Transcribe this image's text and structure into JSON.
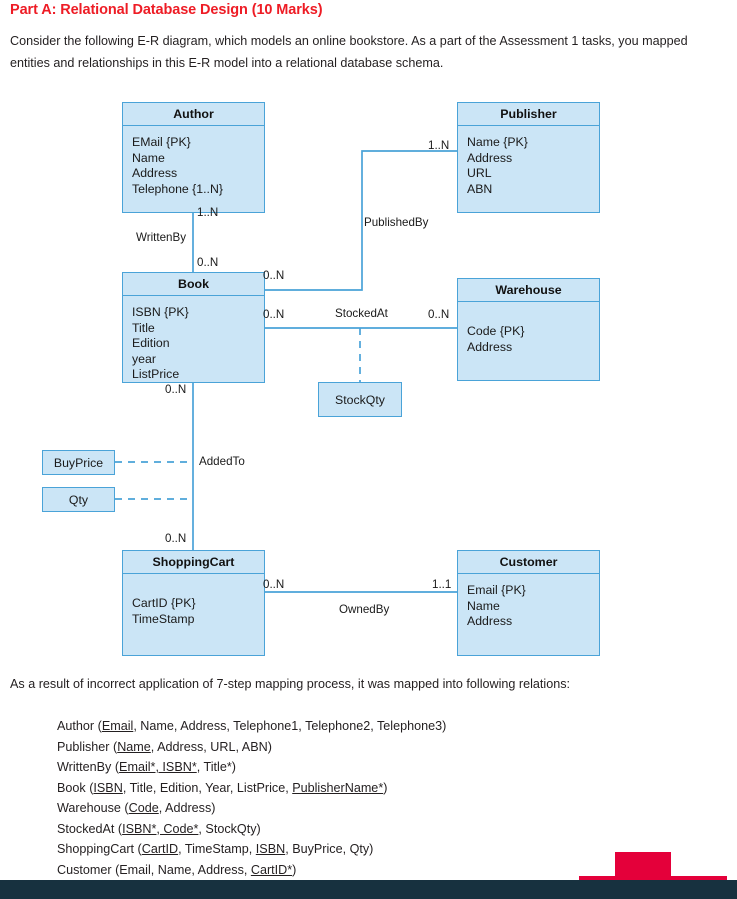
{
  "heading": {
    "part_title": "Part A: Relational Database Design (10 Marks)",
    "intro": "Consider the following E-R diagram, which models an online bookstore. As a part of the Assessment 1 tasks, you mapped entities and relationships in this E-R model into a relational database schema."
  },
  "diagram": {
    "entities": [
      {
        "name": "Author",
        "attributes": "EMail {PK}\nName\nAddress\nTelephone {1..N}"
      },
      {
        "name": "Publisher",
        "attributes": "Name {PK}\nAddress\nURL\nABN"
      },
      {
        "name": "Book",
        "attributes": "ISBN {PK}\nTitle\nEdition\nyear\nListPrice"
      },
      {
        "name": "Warehouse",
        "attributes": "Code {PK}\nAddress"
      },
      {
        "name": "ShoppingCart",
        "attributes": "CartID {PK}\nTimeStamp"
      },
      {
        "name": "Customer",
        "attributes": "Email {PK}\nName\nAddress"
      }
    ],
    "attribute_boxes": [
      {
        "name": "StockQty"
      },
      {
        "name": "BuyPrice"
      },
      {
        "name": "Qty"
      }
    ],
    "relationships": [
      {
        "label": "WrittenBy"
      },
      {
        "label": "PublishedBy"
      },
      {
        "label": "StockedAt"
      },
      {
        "label": "AddedTo"
      },
      {
        "label": "OwnedBy"
      }
    ],
    "cardinalities": {
      "author_writtenby": "1..N",
      "book_writtenby": "0..N",
      "book_publishedby": "0..N",
      "publisher_publishedby": "1..N",
      "book_stockedat": "0..N",
      "warehouse_stockedat": "0..N",
      "book_addedto": "0..N",
      "cart_addedto": "0..N",
      "cart_ownedby": "0..N",
      "customer_ownedby": "1..1"
    },
    "colors": {
      "entity_fill": "#cbe5f6",
      "entity_border": "#4aa3d8",
      "line": "#4aa3d8"
    }
  },
  "relations_section": {
    "intro": "As a result of incorrect application of 7-step mapping process, it was mapped into following relations:",
    "relations": [
      {
        "name": "Author",
        "html": "Author (<u>Email</u>, Name, Address, Telephone1, Telephone2, Telephone3)"
      },
      {
        "name": "Publisher",
        "html": "Publisher (<u>Name</u>, Address, URL, ABN)"
      },
      {
        "name": "WrittenBy",
        "html": "WrittenBy (<u>Email*, ISBN*</u>, Title*)"
      },
      {
        "name": "Book",
        "html": "Book (<u>ISBN</u>, Title, Edition, Year, ListPrice, <u>PublisherName*</u>)"
      },
      {
        "name": "Warehouse",
        "html": "Warehouse (<u>Code</u>, Address)"
      },
      {
        "name": "StockedAt",
        "html": "StockedAt (<u>ISBN*, Code*</u>, StockQty)"
      },
      {
        "name": "ShoppingCart",
        "html": "ShoppingCart (<u>CartID</u>, TimeStamp, <u>ISBN</u>, BuyPrice, Qty)"
      },
      {
        "name": "Customer",
        "html": "Customer (Email, Name, Address, <u>CartID*</u>)"
      }
    ]
  },
  "footer": {
    "accent_red": "#e4003a",
    "bar_color": "#17313f"
  }
}
